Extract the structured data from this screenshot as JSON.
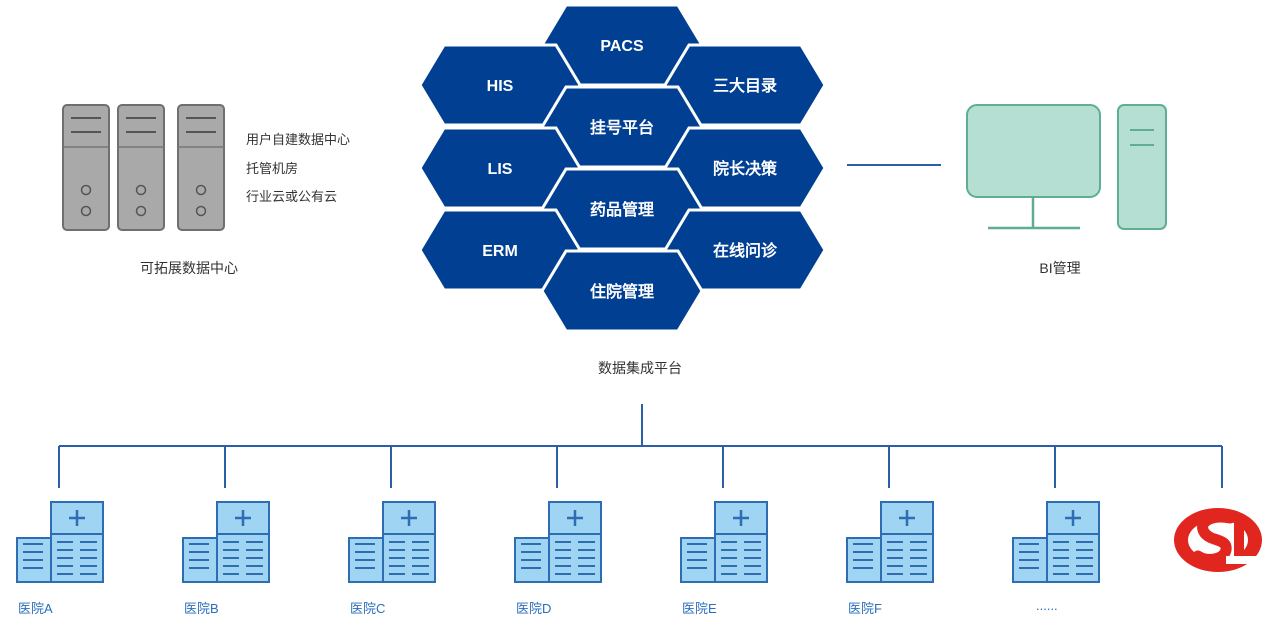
{
  "datacenter": {
    "caption": "可拓展数据中心",
    "options": [
      "用户自建数据中心",
      "托管机房",
      "行业云或公有云"
    ]
  },
  "platform": {
    "caption": "数据集成平台",
    "modules": {
      "pacs": "PACS",
      "his": "HIS",
      "catalog": "三大目录",
      "registration": "挂号平台",
      "lis": "LIS",
      "dean": "院长决策",
      "drug": "药品管理",
      "erm": "ERM",
      "consult": "在线问诊",
      "inpatient": "住院管理"
    }
  },
  "bi": {
    "caption": "BI管理"
  },
  "hospitals": [
    "医院A",
    "医院B",
    "医院C",
    "医院D",
    "医院E",
    "医院F",
    "......"
  ],
  "colors": {
    "hex_fill": "#003f91",
    "line": "#2b5fa8",
    "building_fill": "#9fd4f2",
    "building_stroke": "#2e6db4",
    "server_fill": "#a9a9a9",
    "monitor_fill": "#b5dfd3",
    "monitor_stroke": "#5fae93",
    "logo_red": "#e0261f"
  }
}
